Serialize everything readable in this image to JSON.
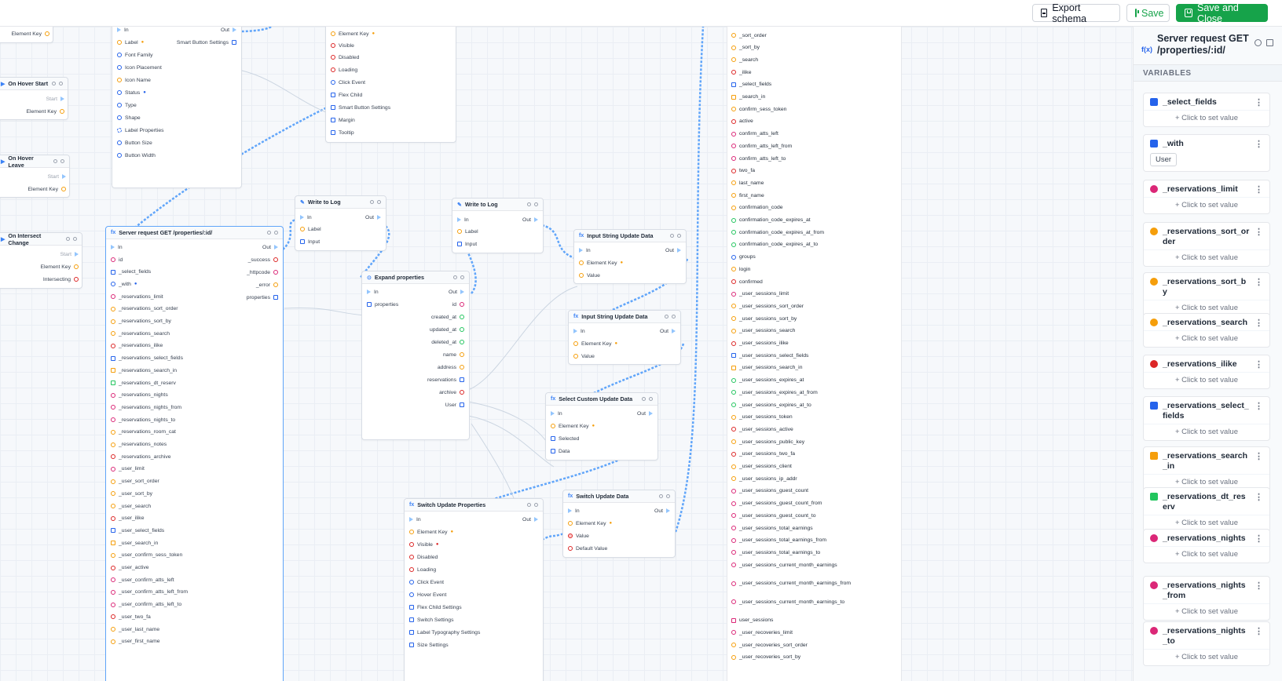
{
  "toolbar": {
    "export_label": "Export schema",
    "save_label": "Save",
    "save_close_label": "Save and Close",
    "accent": "#16a34a"
  },
  "canvas": {
    "top_partial": {
      "element_key": "Element Key",
      "in": "In",
      "out": "Out",
      "inputs": [
        "Label",
        "Font Family",
        "Icon Placement",
        "Icon Name",
        "Status",
        "Type",
        "Shape",
        "Label Properties",
        "Button Size",
        "Button Width"
      ],
      "output": "Smart Button Settings"
    },
    "top_right_partial": {
      "inputs": [
        "Element Key",
        "Visible",
        "Disabled",
        "Loading",
        "Click Event",
        "Flex Child",
        "Smart Button Settings",
        "Margin",
        "Tooltip"
      ]
    },
    "hover_start": {
      "title": "On Hover Start",
      "start": "Start",
      "key": "Element Key"
    },
    "hover_leave": {
      "title": "On Hover Leave",
      "start": "Start",
      "key": "Element Key"
    },
    "intersect": {
      "title": "On Intersect Change",
      "start": "Start",
      "key": "Element Key",
      "intersecting": "Intersecting"
    },
    "server_node": {
      "title": "Server request GET /properties/:id/",
      "in": "In",
      "out": "Out",
      "outputs": [
        "_success",
        "_httpcode",
        "_error",
        "properties"
      ],
      "inputs": [
        "id",
        "_select_fields",
        "_with",
        "_reservations_limit",
        "_reservations_sort_order",
        "_reservations_sort_by",
        "_reservations_search",
        "_reservations_ilike",
        "_reservations_select_fields",
        "_reservations_search_in",
        "_reservations_dt_reserv",
        "_reservations_nights",
        "_reservations_nights_from",
        "_reservations_nights_to",
        "_reservations_room_cat",
        "_reservations_notes",
        "_reservations_archive",
        "_user_limit",
        "_user_sort_order",
        "_user_sort_by",
        "_user_search",
        "_user_ilike",
        "_user_select_fields",
        "_user_search_in",
        "_user_confirm_sess_token",
        "_user_active",
        "_user_confirm_atts_left",
        "_user_confirm_atts_left_from",
        "_user_confirm_atts_left_to",
        "_user_two_fa",
        "_user_last_name",
        "_user_first_name"
      ]
    },
    "write_log_1": {
      "title": "Write to Log",
      "in": "In",
      "out": "Out",
      "inputs": [
        "Label",
        "Input"
      ]
    },
    "write_log_2": {
      "title": "Write to Log",
      "in": "In",
      "out": "Out",
      "inputs": [
        "Label",
        "Input"
      ]
    },
    "expand": {
      "title": "Expand properties",
      "in": "In",
      "out": "Out",
      "input": "properties",
      "outputs": [
        "id",
        "created_at",
        "updated_at",
        "deleted_at",
        "name",
        "address",
        "reservations",
        "archive",
        "User"
      ]
    },
    "isud_1": {
      "title": "Input String Update Data",
      "in": "In",
      "out": "Out",
      "inputs": [
        "Element Key",
        "Value"
      ]
    },
    "isud_2": {
      "title": "Input String Update Data",
      "in": "In",
      "out": "Out",
      "inputs": [
        "Element Key",
        "Value"
      ]
    },
    "scud": {
      "title": "Select Custom Update Data",
      "in": "In",
      "out": "Out",
      "inputs": [
        "Element Key",
        "Selected",
        "Data"
      ]
    },
    "sup": {
      "title": "Switch Update Properties",
      "in": "In",
      "out": "Out",
      "inputs": [
        "Element Key",
        "Visible",
        "Disabled",
        "Loading",
        "Click Event",
        "Hover Event",
        "Flex Child Settings",
        "Switch Settings",
        "Label Typography Settings",
        "Size Settings"
      ]
    },
    "sud": {
      "title": "Switch Update Data",
      "in": "In",
      "out": "Out",
      "inputs": [
        "Element Key",
        "Value",
        "Default Value"
      ]
    },
    "list_column": [
      "_sort_order",
      "_sort_by",
      "_search",
      "_ilike",
      "_select_fields",
      "_search_in",
      "confirm_sess_token",
      "active",
      "confirm_atts_left",
      "confirm_atts_left_from",
      "confirm_atts_left_to",
      "two_fa",
      "last_name",
      "first_name",
      "confirmation_code",
      "confirmation_code_expires_at",
      "confirmation_code_expires_at_from",
      "confirmation_code_expires_at_to",
      "groups",
      "login",
      "confirmed",
      "_user_sessions_limit",
      "_user_sessions_sort_order",
      "_user_sessions_sort_by",
      "_user_sessions_search",
      "_user_sessions_ilike",
      "_user_sessions_select_fields",
      "_user_sessions_search_in",
      "_user_sessions_expires_at",
      "_user_sessions_expires_at_from",
      "_user_sessions_expires_at_to",
      "_user_sessions_token",
      "_user_sessions_active",
      "_user_sessions_public_key",
      "_user_sessions_two_fa",
      "_user_sessions_client",
      "_user_sessions_ip_addr",
      "_user_sessions_guest_count",
      "_user_sessions_guest_count_from",
      "_user_sessions_guest_count_to",
      "_user_sessions_total_earnings",
      "_user_sessions_total_earnings_from",
      "_user_sessions_total_earnings_to",
      "_user_sessions_current_month_earnings",
      "_user_sessions_current_month_earnings_from",
      "_user_sessions_current_month_earnings_to",
      "user_sessions",
      "_user_recoveries_limit",
      "_user_recoveries_sort_order",
      "_user_recoveries_sort_by"
    ]
  },
  "panel": {
    "title": "Server request GET /properties/:id/",
    "fx": "f(x)",
    "section": "VARIABLES",
    "click_to_set": "+ Click to set value",
    "variables": [
      {
        "name": "_select_fields",
        "icon": "grid-icon",
        "color": "#2563eb"
      },
      {
        "name": "_with",
        "icon": "relation-icon",
        "color": "#2563eb",
        "value": "User"
      },
      {
        "name": "_reservations_limit",
        "icon": "number-icon",
        "color": "#db2777"
      },
      {
        "name": "_reservations_sort_order",
        "icon": "string-icon",
        "color": "#f59e0b"
      },
      {
        "name": "_reservations_sort_by",
        "icon": "string-icon",
        "color": "#f59e0b"
      },
      {
        "name": "_reservations_search",
        "icon": "string-icon",
        "color": "#f59e0b"
      },
      {
        "name": "_reservations_ilike",
        "icon": "boolean-icon",
        "color": "#dc2626"
      },
      {
        "name": "_reservations_select_fields",
        "icon": "grid-icon",
        "color": "#2563eb"
      },
      {
        "name": "_reservations_search_in",
        "icon": "grid-icon",
        "color": "#f59e0b"
      },
      {
        "name": "_reservations_dt_reserv",
        "icon": "grid-icon",
        "color": "#22c55e"
      },
      {
        "name": "_reservations_nights",
        "icon": "number-icon",
        "color": "#db2777"
      },
      {
        "name": "_reservations_nights_from",
        "icon": "number-icon",
        "color": "#db2777"
      },
      {
        "name": "_reservations_nights_to",
        "icon": "number-icon",
        "color": "#db2777"
      }
    ]
  }
}
